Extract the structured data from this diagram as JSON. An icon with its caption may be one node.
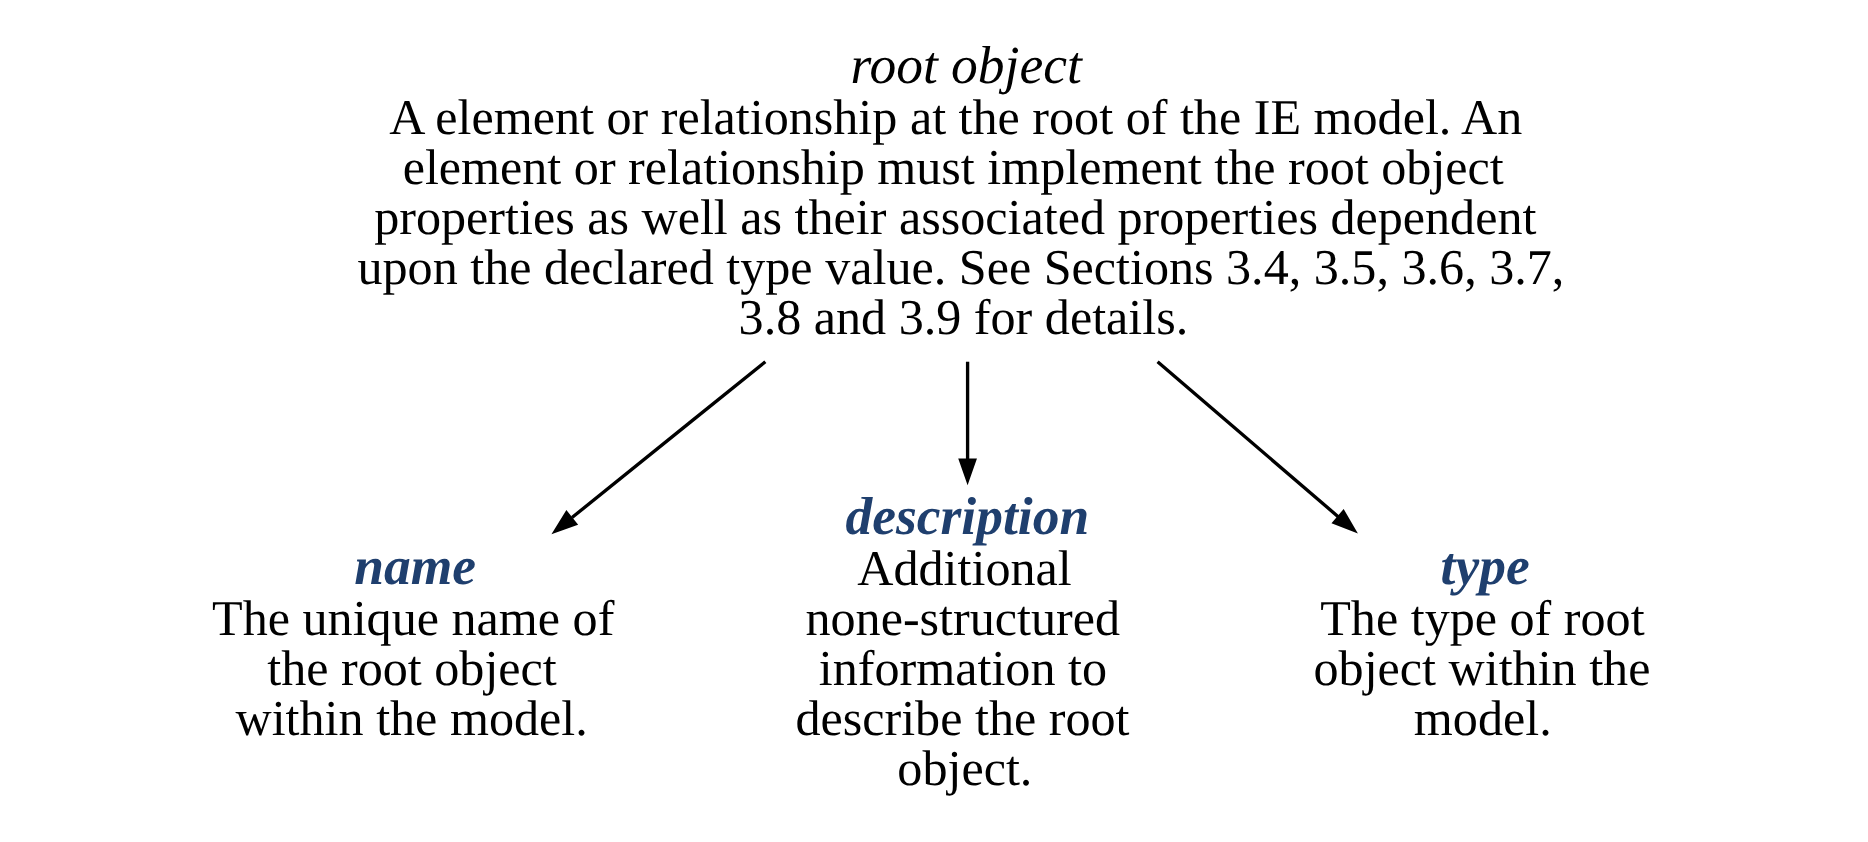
{
  "diagram": {
    "nodes": [
      {
        "text": [
          "root object",
          "A element or relationship at the root of the IE model. An element or relationship must implement the root object properties as well as their associated properties dependent upon the declared type value. See Sections 3.4, 3.5, 3.6, 3.7, 3.8 and 3.9 for details."
        ]
      },
      {
        "text": [
          "name",
          "The unique name of the root object within the model."
        ]
      },
      {
        "text": [
          "description",
          "Additional none-structured information to describe the root object."
        ]
      },
      {
        "text": [
          "type",
          "The type of root object within the model."
        ]
      }
    ],
    "edges": [
      {
        "from": 0,
        "to": 1,
        "arrow": "to"
      },
      {
        "from": 0,
        "to": 2,
        "arrow": "to"
      },
      {
        "from": 0,
        "to": 3,
        "arrow": "to"
      }
    ]
  }
}
